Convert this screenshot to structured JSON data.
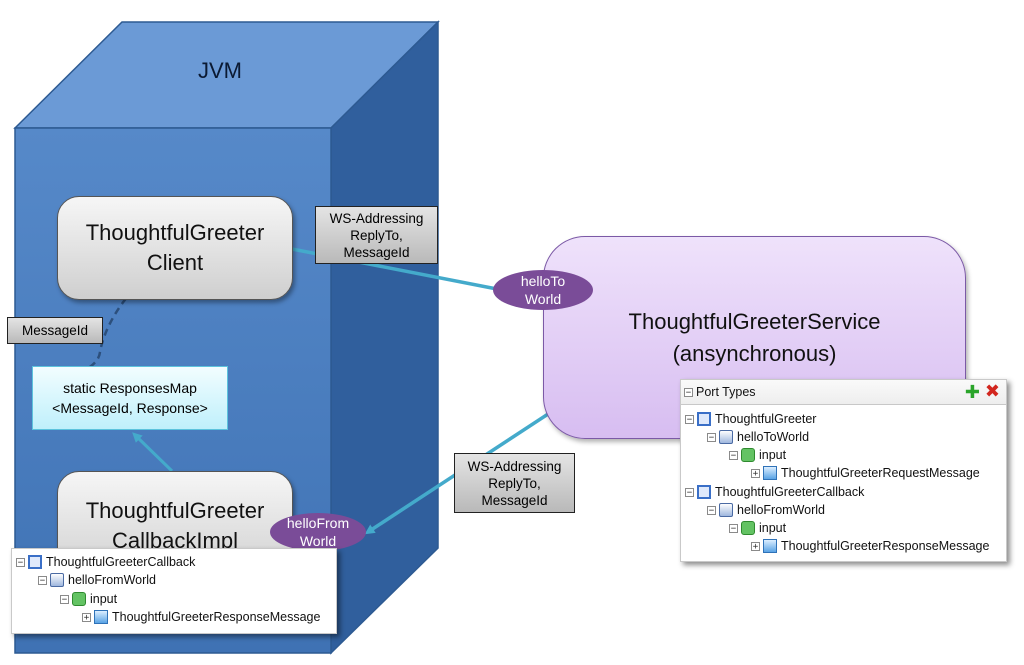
{
  "jvm": {
    "label": "JVM"
  },
  "client": {
    "line1": "ThoughtfulGreeter",
    "line2": "Client"
  },
  "callback_impl": {
    "line1": "ThoughtfulGreeter",
    "line2": "CallbackImpl"
  },
  "service": {
    "line1": "ThoughtfulGreeterService",
    "line2": "(ansynchronous)"
  },
  "ws_addressing_request": {
    "line1": "WS-Addressing",
    "line2": "ReplyTo,",
    "line3": "MessageId"
  },
  "ws_addressing_response": {
    "line1": "WS-Addressing",
    "line2": "ReplyTo,",
    "line3": "MessageId"
  },
  "message_id_label": "MessageId",
  "responses_map": {
    "line1": "static ResponsesMap",
    "line2": "<MessageId, Response>"
  },
  "hello_to_world": {
    "line1": "helloTo",
    "line2": "World"
  },
  "hello_from_world": {
    "line1": "helloFrom",
    "line2": "World"
  },
  "callback_tree": {
    "port_type": "ThoughtfulGreeterCallback",
    "operation": "helloFromWorld",
    "input": "input",
    "message": "ThoughtfulGreeterResponseMessage"
  },
  "port_types_panel": {
    "title": "Port Types",
    "add_icon": "plus-icon",
    "delete_icon": "x-icon",
    "request": {
      "port_type": "ThoughtfulGreeter",
      "operation": "helloToWorld",
      "input": "input",
      "message": "ThoughtfulGreeterRequestMessage"
    },
    "response": {
      "port_type": "ThoughtfulGreeterCallback",
      "operation": "helloFromWorld",
      "input": "input",
      "message": "ThoughtfulGreeterResponseMessage"
    }
  },
  "colors": {
    "jvm_front": "#4a7ec0",
    "jvm_top": "#6b9ad6",
    "jvm_side": "#2f5f9f",
    "arrow": "#44aacb",
    "ellipse": "#7a4c98",
    "service_fill": "#e4d0f7"
  }
}
